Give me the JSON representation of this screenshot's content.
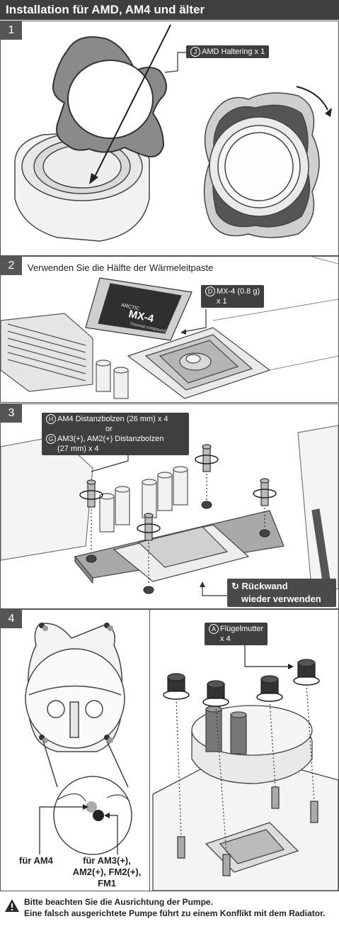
{
  "header": {
    "title": "Installation für AMD, AM4 und älter"
  },
  "step1": {
    "number": "1",
    "part_letter": "J",
    "part_label": "AMD Haltering x 1"
  },
  "step2": {
    "number": "2",
    "caption": "Verwenden Sie die Hälfte der Wärmeleitpaste",
    "part_letter": "D",
    "part_label_line1": "MX-4 (0.8 g)",
    "part_label_line2": "x 1",
    "paste_brand": "ARCTIC",
    "paste_name": "MX-4",
    "paste_sub": "Thermal compound"
  },
  "step3": {
    "number": "3",
    "part_h_letter": "H",
    "part_h_label": "AM4 Distanzbolzen (26 mm) x 4",
    "or_label": "or",
    "part_g_letter": "G",
    "part_g_label_line1": "AM3(+), AM2(+) Distanzbolzen",
    "part_g_label_line2": "(27 mm) x 4",
    "backplate_line1": "Rückwand",
    "backplate_line2": "wieder verwenden"
  },
  "step4": {
    "number": "4",
    "part_letter": "A",
    "part_label_line1": "Flügelmutter",
    "part_label_line2": "x 4",
    "label_am4": "für AM4",
    "label_am3_line1": "für AM3(+),",
    "label_am3_line2": "AM2(+), FM2(+),",
    "label_am3_line3": "FM1"
  },
  "warning": {
    "line1": "Bitte beachten Sie die Ausrichtung der Pumpe.",
    "line2": "Eine falsch ausgerichtete Pumpe führt zu einem Konflikt mit dem Radiator."
  }
}
